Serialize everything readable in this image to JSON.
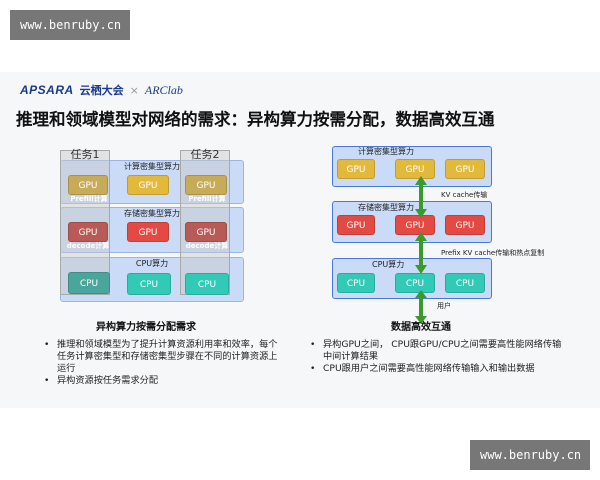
{
  "watermarks": {
    "top": "www.benruby.cn",
    "bottom": "www.benruby.cn"
  },
  "header": {
    "logo_apsara": "APSARA",
    "logo_apsara_cn": "云栖大会",
    "logo_separator": "×",
    "logo_arclab": "ARClab"
  },
  "title": "推理和领域模型对网络的需求：异构算力按需分配，数据高效互通",
  "left_diagram": {
    "task1": "任务1",
    "task2": "任务2",
    "tier_compute": "计算密集型算力",
    "tier_storage": "存储密集型算力",
    "tier_cpu": "CPU算力",
    "gpu": "GPU",
    "cpu": "CPU",
    "prefill": "Prefill计算",
    "decode": "decode计算"
  },
  "left_subtitle": "异构算力按需分配需求",
  "left_bullets": [
    "推理和领域模型为了提升计算资源利用率和效率，每个任务计算密集型和存储密集型步骤在不同的计算资源上运行",
    "异构资源按任务需求分配"
  ],
  "right_diagram": {
    "tier_compute": "计算密集型算力",
    "tier_storage": "存储密集型算力",
    "tier_cpu": "CPU算力",
    "gpu": "GPU",
    "cpu": "CPU",
    "link1": "KV cache传输",
    "link2": "Prefix KV cache传输和热点复制",
    "link3": "用户"
  },
  "right_subtitle": "数据高效互通",
  "right_bullets": [
    "异构GPU之间， CPU跟GPU/CPU之间需要高性能网络传输中间计算结果",
    "CPU跟用户之间需要高性能网络传输输入和输出数据"
  ],
  "colors": {
    "gpu_yellow": "#e2b93b",
    "gpu_red": "#e34a43",
    "cpu_teal": "#33c9b7",
    "tier_blue": "#c9dbf6",
    "arrow_green": "#3a9a2c"
  }
}
